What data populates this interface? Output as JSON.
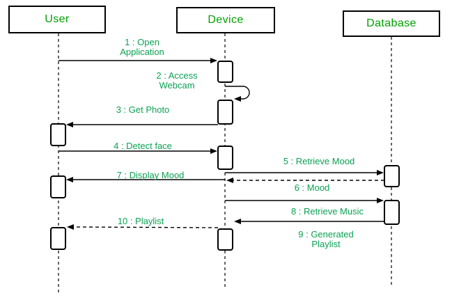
{
  "diagram": {
    "type": "uml-sequence",
    "background_color": "#ffffff",
    "colors": {
      "actor_text": "#00a000",
      "message_text": "#0ca153",
      "line": "#000000",
      "box_fill": "#ffffff"
    },
    "actors": [
      {
        "id": "user",
        "label": "User"
      },
      {
        "id": "device",
        "label": "Device"
      },
      {
        "id": "database",
        "label": "Database"
      }
    ],
    "messages": [
      {
        "number": "1",
        "label": "1 : Open Application",
        "from": "User",
        "to": "Device",
        "line_style": "solid"
      },
      {
        "number": "2",
        "label": "2 : Access Webcam",
        "from": "Device",
        "to": "Device",
        "line_style": "self"
      },
      {
        "number": "3",
        "label": "3 : Get Photo",
        "from": "Device",
        "to": "User",
        "line_style": "solid"
      },
      {
        "number": "4",
        "label": "4 : Detect face",
        "from": "User",
        "to": "Device",
        "line_style": "solid"
      },
      {
        "number": "5",
        "label": "5 : Retrieve Mood",
        "from": "Device",
        "to": "Database",
        "line_style": "solid"
      },
      {
        "number": "6",
        "label": "6 : Mood",
        "from": "Database",
        "to": "Device",
        "line_style": "dashed"
      },
      {
        "number": "7",
        "label": "7 : Display Mood",
        "from": "Device",
        "to": "User",
        "line_style": "solid"
      },
      {
        "number": "8",
        "label": "8 : Retrieve Music",
        "from": "Device",
        "to": "Database",
        "line_style": "solid"
      },
      {
        "number": "9",
        "label": "9 : Generated Playlist",
        "from": "Database",
        "to": "Device",
        "line_style": "solid"
      },
      {
        "number": "10",
        "label": "10 : Playlist",
        "from": "Device",
        "to": "User",
        "line_style": "dashed"
      }
    ]
  }
}
